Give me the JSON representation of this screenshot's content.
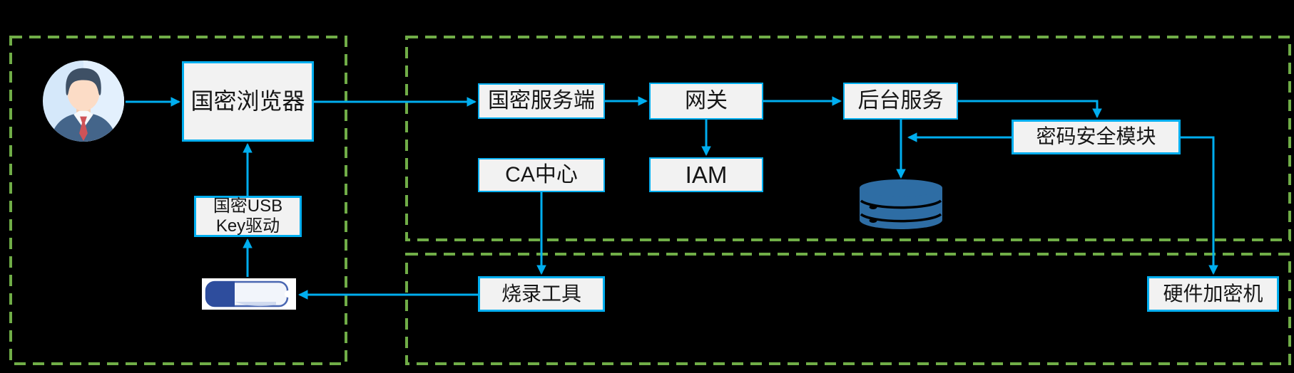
{
  "diagram": {
    "colors": {
      "background": "#000000",
      "accent_blue": "#00aeef",
      "region_green": "#70ad47",
      "node_fill": "#f2f2f2",
      "database_blue": "#2e6da4"
    },
    "nodes": {
      "browser": {
        "label": "国密浏览器"
      },
      "usb_key_driver": {
        "label_line1": "国密USB",
        "label_line2": "Key驱动"
      },
      "sm_server": {
        "label": "国密服务端"
      },
      "gateway": {
        "label": "网关"
      },
      "iam": {
        "label": "IAM"
      },
      "backend": {
        "label": "后台服务"
      },
      "ca_center": {
        "label": "CA中心"
      },
      "crypto_module": {
        "label": "密码安全模块"
      },
      "hsm": {
        "label": "硬件加密机"
      },
      "burn_tool": {
        "label": "烧录工具"
      }
    },
    "icons": [
      {
        "name": "user-avatar-icon"
      },
      {
        "name": "usb-key-icon"
      },
      {
        "name": "database-icon"
      }
    ],
    "edges": [
      {
        "from": "user",
        "to": "browser"
      },
      {
        "from": "usb_key_driver",
        "to": "browser"
      },
      {
        "from": "usb_key",
        "to": "usb_key_driver"
      },
      {
        "from": "browser",
        "to": "sm_server"
      },
      {
        "from": "sm_server",
        "to": "gateway"
      },
      {
        "from": "gateway",
        "to": "iam"
      },
      {
        "from": "gateway",
        "to": "backend"
      },
      {
        "from": "backend",
        "to": "database"
      },
      {
        "from": "backend",
        "to": "crypto_module"
      },
      {
        "from": "crypto_module",
        "to": "backend_database_link"
      },
      {
        "from": "crypto_module",
        "to": "hsm"
      },
      {
        "from": "ca_center",
        "to": "burn_tool"
      },
      {
        "from": "burn_tool",
        "to": "usb_key"
      }
    ]
  }
}
